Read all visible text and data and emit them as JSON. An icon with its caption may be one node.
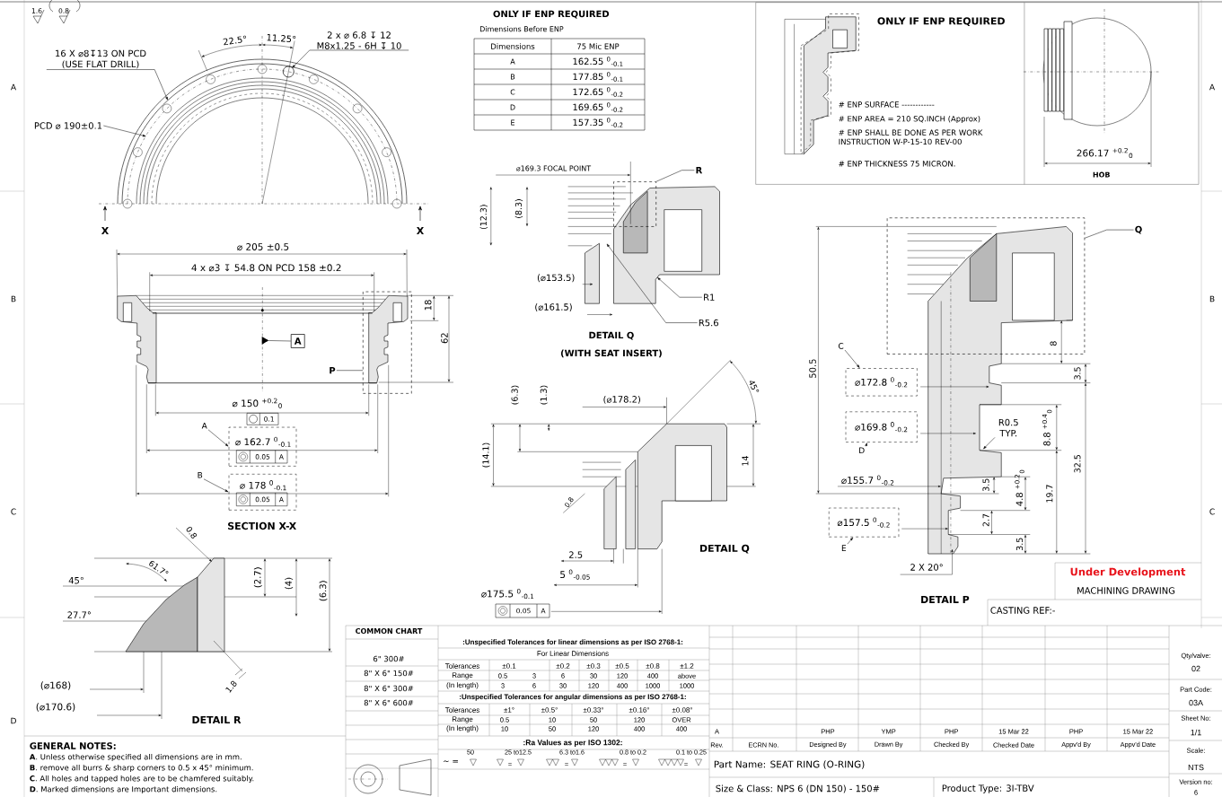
{
  "diagram": {
    "nodes": [
      {
        "text": [
          "16 X ⌀8↧13 ON PCD (USE FLAT DRILL)"
        ]
      },
      {
        "text": [
          "2 x ⌀ 6.8 ↧ 12 M8x1.25 - 6H ↧ 10"
        ]
      },
      {
        "text": [
          "PCD ⌀ 190±0.1"
        ]
      },
      {
        "text": [
          "A"
        ]
      },
      {
        "text": [
          "P"
        ]
      },
      {
        "text": [],
        "shape": "box"
      },
      {
        "text": [
          "A"
        ]
      },
      {
        "text": [
          "⌀ 162.7 $^{0}$$_{-0.1}$",
          "0.05",
          "A"
        ]
      },
      {
        "text": [
          "B"
        ]
      },
      {
        "text": [
          "⌀ 178 $^{0}$$_{-0.1}$",
          "0.05",
          "A"
        ]
      },
      {
        "text": [
          "R"
        ]
      },
      {
        "text": [],
        "shape": "box"
      },
      {
        "text": [
          "R1"
        ]
      },
      {
        "text": [
          "R5.6"
        ]
      },
      {
        "text": [
          "Q"
        ]
      },
      {
        "text": [],
        "shape": "box"
      },
      {
        "text": [
          "C"
        ]
      },
      {
        "text": [
          "⌀172.8 $^{0}$$_{-0.2}$"
        ]
      },
      {
        "text": [
          "⌀169.8 $^{0}$$_{-0.2}$"
        ]
      },
      {
        "text": [
          "D"
        ]
      },
      {
        "text": [
          "R0.5 TYP."
        ]
      },
      {
        "text": [
          "⌀157.5 $^{0}$$_{-0.2}$"
        ]
      },
      {
        "text": [
          "E"
        ]
      }
    ],
    "edges": [
      {
        "from": 0,
        "to": null,
        "arrow": "to"
      },
      {
        "from": 1,
        "to": null,
        "arrow": "to"
      },
      {
        "from": 2,
        "to": null,
        "arrow": "to"
      },
      {
        "from": 3,
        "to": null,
        "arrow": "to"
      },
      {
        "from": 4,
        "to": 5,
        "arrow": "none"
      },
      {
        "from": 6,
        "to": 7,
        "arrow": "to"
      },
      {
        "from": 8,
        "to": 9,
        "arrow": "to"
      },
      {
        "from": 10,
        "to": 11,
        "arrow": "none"
      },
      {
        "from": 12,
        "to": null,
        "arrow": "to"
      },
      {
        "from": 13,
        "to": null,
        "arrow": "to"
      },
      {
        "from": 14,
        "to": 15,
        "arrow": "none"
      },
      {
        "from": 16,
        "to": 17,
        "arrow": "to"
      },
      {
        "from": 19,
        "to": 18,
        "arrow": "to"
      },
      {
        "from": 20,
        "to": null,
        "arrow": "to"
      },
      {
        "from": 22,
        "to": 21,
        "arrow": "to"
      }
    ],
    "labels": [
      "A",
      "B",
      "C",
      "D",
      "A",
      "B",
      "C",
      "1.6",
      "0.8",
      "22.5°",
      "11.25°",
      "X",
      "X",
      "⌀ 205 ±0.5",
      "4 x ⌀3 ↧ 54.8 ON PCD 158 ±0.2",
      "18",
      "62",
      "⌀ 150 $^{+0.2}$$_{0}$",
      "0.1",
      "SECTION X-X",
      "0.8",
      "61.7°",
      "45°",
      "27.7°",
      "(2.7)",
      "(4)",
      "(6.3)",
      "(⌀168)",
      "1.8",
      "(⌀170.6)",
      "DETAIL R",
      "ONLY IF ENP REQUIRED",
      "Dimensions Before ENP",
      "Dimensions",
      "75 Mic ENP",
      "A",
      "162.55 $^{0}$$_{-0.1}$",
      "B",
      "177.85 $^{0}$$_{-0.1}$",
      "C",
      "172.65 $^{0}$$_{-0.2}$",
      "D",
      "169.65 $^{0}$$_{-0.2}$",
      "E",
      "157.35 $^{0}$$_{-0.2}$",
      "⌀169.3 FOCAL POINT",
      "(12.3)",
      "(8.3)",
      "(⌀153.5)",
      "(⌀161.5)",
      "DETAIL Q",
      "(WITH SEAT INSERT)",
      "(6.3)",
      "(1.3)",
      "(⌀178.2)",
      "45°",
      "(14.1)",
      "14",
      "0.8",
      "2.5",
      "5 $^{0}$$_{-0.05}$",
      "⌀175.5 $^{0}$$_{-0.1}$",
      "0.05",
      "A",
      "DETAIL Q",
      "ONLY IF ENP REQUIRED",
      "# ENP SURFACE ------------",
      "# ENP AREA = 210 SQ.INCH (Approx)",
      "# ENP SHALL BE DONE AS PER WORK INSTRUCTION W-P-15-10 REV-00",
      "# ENP THICKNESS 75 MICRON.",
      "266.17 $^{+0.2}$$_{0}$",
      "HOB",
      "50.5",
      "8",
      "3.5",
      "8.8 $^{+0.4}$$_{0}$",
      "32.5",
      "⌀155.7 $^{0}$$_{-0.2}$",
      "3.5",
      "4.8 $^{+0.2}$$_{0}$",
      "19.7",
      "2.7",
      "3.5",
      "2 X 20°",
      "DETAIL P",
      "Under Development",
      "MACHINING DRAWING",
      "CASTING REF:-",
      "COMMON CHART",
      "6\" 300#",
      "8\" X 6\" 150#",
      "8\" X 6\" 300#",
      "8\" X 6\" 600#",
      ":Unspecified Tolerances for linear dimensions as per ISO 2768-1:",
      "For Linear Dimensions",
      "Tolerances",
      "±0.1",
      "±0.2",
      "±0.3",
      "±0.5",
      "±0.8",
      "±1.2",
      "Range",
      "0.5",
      "3",
      "6",
      "30",
      "120",
      "400",
      "above",
      "(In length)",
      "3",
      "6",
      "30",
      "120",
      "400",
      "1000",
      "1000",
      ":Unspecified Tolerances for angular dimensions as per ISO 2768-1:",
      "Tolerances",
      "±1°",
      "±0.5°",
      "±0.33°",
      "±0.16°",
      "±0.08°",
      "Range",
      "0.5",
      "10",
      "50",
      "120",
      "OVER",
      "(In length)",
      "10",
      "50",
      "120",
      "400",
      "400",
      ":Ra Values as per ISO 1302:",
      "∼ =",
      "50",
      "=",
      "25 to12.5",
      "=",
      "6.3 to1.6",
      "=",
      "0.8 to 0.2",
      "=",
      "0.1 to 0.25",
      "GENERAL NOTES:",
      "**A**. Unless otherwise specified all dimensions are in mm.",
      "**B**. remove all burrs & sharp corners to 0.5 x 45° minimum.",
      "**C**. All holes and tapped holes are to be chamfered suitably.",
      "**D**. Marked dimensions are Important dimensions.",
      "Qty/valve:",
      "02",
      "Part Code:",
      "03A",
      "Sheet No:",
      "A",
      "PHP",
      "YMP",
      "PHP",
      "15 Mar 22",
      "PHP",
      "15 Mar 22",
      "1/1",
      "Rev.",
      "ECRN No.",
      "Designed By",
      "Drawn By",
      "Checked By",
      "Checked Date",
      "Appv'd By",
      "Appv'd Date",
      "Scale:",
      "Part Name: SEAT RING (O-RING)",
      "NTS",
      "Version no:",
      "Size & Class: NPS 6 (DN 150) - 150#",
      "Product Type: 3I-TBV",
      "6"
    ]
  }
}
